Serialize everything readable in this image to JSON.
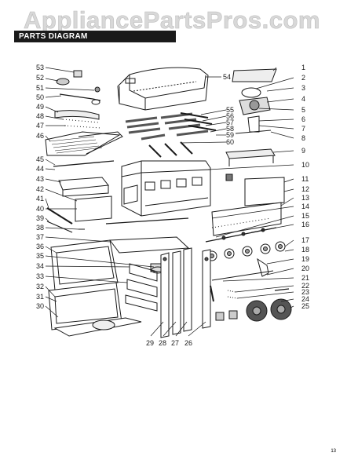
{
  "watermark": "AppliancePartsPros.com",
  "section_title": "PARTS DIAGRAM",
  "page_number": "13",
  "callouts_left": [
    "53",
    "52",
    "51",
    "50",
    "49",
    "48",
    "47",
    "46",
    "45",
    "44",
    "43",
    "42",
    "41",
    "40",
    "39",
    "38",
    "37",
    "36",
    "35",
    "34",
    "33",
    "32",
    "31",
    "30"
  ],
  "callouts_right": [
    "1",
    "2",
    "3",
    "4",
    "5",
    "6",
    "7",
    "8",
    "9",
    "10",
    "11",
    "12",
    "13",
    "14",
    "15",
    "16",
    "17",
    "18",
    "19",
    "20",
    "21",
    "22",
    "23",
    "24",
    "25"
  ],
  "callouts_middle": [
    "54",
    "55",
    "56",
    "57",
    "58",
    "59",
    "60"
  ],
  "callouts_bottom": [
    "29",
    "28",
    "27",
    "26"
  ],
  "colors": {
    "ink": "#1a1a1a",
    "background": "#ffffff",
    "title_bar": "#1a1a1a",
    "watermark": "#d8d8d8"
  }
}
